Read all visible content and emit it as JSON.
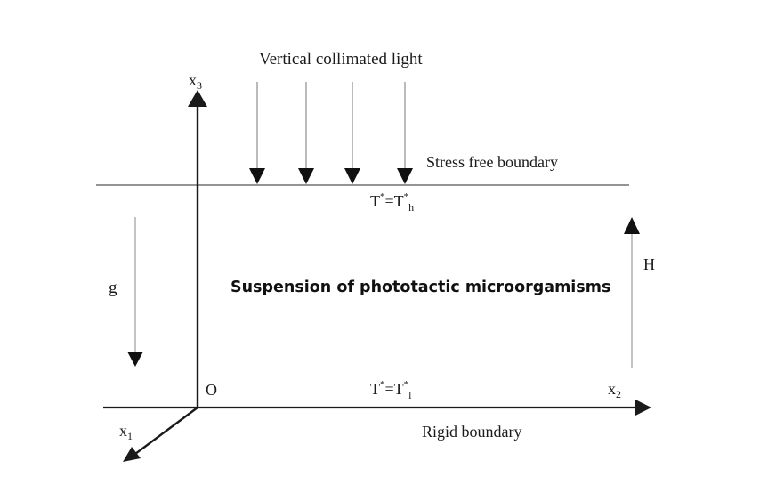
{
  "labels": {
    "light": "Vertical collimated light",
    "top_boundary": "Stress free boundary",
    "bottom_boundary": "Rigid boundary",
    "suspension": "Suspension of phototactic microorgamisms",
    "gravity": "g",
    "height": "H",
    "origin": "O",
    "axis_x1": {
      "base": "x",
      "sub": "1"
    },
    "axis_x2": {
      "base": "x",
      "sub": "2"
    },
    "axis_x3": {
      "base": "x",
      "sub": "3"
    },
    "temp_top": {
      "lhs": "T",
      "eq": "=T",
      "sup1": "*",
      "sup2": "*",
      "sub": "h"
    },
    "temp_bottom": {
      "lhs": "T",
      "eq": "=T",
      "sup1": "*",
      "sup2": "*",
      "sub": "l"
    }
  },
  "colors": {
    "line": "#1a1a1a",
    "thin_line": "#666666",
    "background": "#ffffff"
  }
}
